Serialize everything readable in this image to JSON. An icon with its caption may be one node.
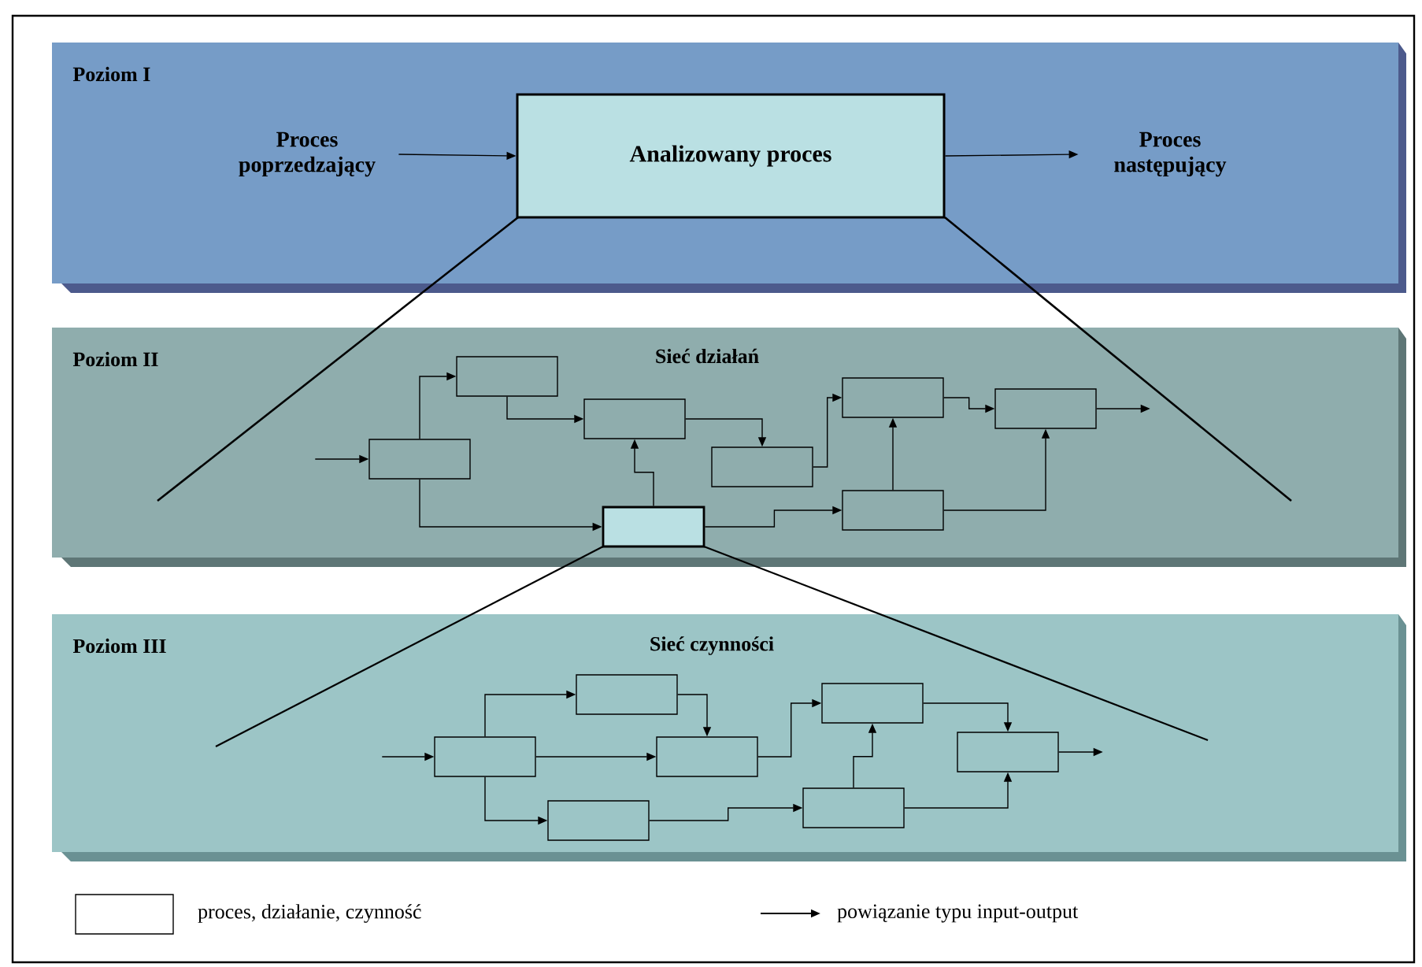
{
  "diagram": {
    "nodes": [
      {
        "text": [
          "Poziom I"
        ]
      },
      {
        "text": [
          "Proces poprzedzający"
        ],
        "in": 0
      },
      {
        "text": [
          "Analizowany proces"
        ],
        "in": 0
      },
      {
        "text": [
          "Proces następujący"
        ],
        "in": 0
      },
      {
        "text": [
          "Poziom II",
          "Sieć działań"
        ]
      },
      {
        "text": [],
        "shape": "box",
        "in": 4
      },
      {
        "text": [],
        "shape": "box",
        "in": 4
      },
      {
        "text": [],
        "shape": "box",
        "in": 4
      },
      {
        "text": [],
        "shape": "box",
        "in": 4
      },
      {
        "text": [],
        "shape": "box",
        "in": 4
      },
      {
        "text": [],
        "shape": "box",
        "in": 4
      },
      {
        "text": [],
        "shape": "box",
        "in": 4
      },
      {
        "text": [],
        "shape": "box",
        "in": 4
      },
      {
        "text": [
          "Poziom III",
          "Sieć czynności"
        ]
      },
      {
        "text": [],
        "shape": "box",
        "in": 13
      },
      {
        "text": [],
        "shape": "box",
        "in": 13
      },
      {
        "text": [],
        "shape": "box",
        "in": 13
      },
      {
        "text": [],
        "shape": "box",
        "in": 13
      },
      {
        "text": [],
        "shape": "box",
        "in": 13
      },
      {
        "text": [],
        "shape": "box",
        "in": 13
      },
      {
        "text": [],
        "shape": "box",
        "in": 13
      }
    ],
    "edges": [
      {
        "from": 1,
        "to": 2,
        "arrow": "to"
      },
      {
        "from": 2,
        "to": 3,
        "arrow": "to"
      },
      {
        "from": null,
        "to": 5,
        "arrow": "to"
      },
      {
        "from": 5,
        "to": 6,
        "arrow": "to"
      },
      {
        "from": 6,
        "to": 7,
        "arrow": "to"
      },
      {
        "from": 5,
        "to": 9,
        "arrow": "to"
      },
      {
        "from": 9,
        "to": 7,
        "arrow": "to"
      },
      {
        "from": 7,
        "to": 8,
        "arrow": "to"
      },
      {
        "from": 8,
        "to": 10,
        "arrow": "to"
      },
      {
        "from": 9,
        "to": 11,
        "arrow": "to"
      },
      {
        "from": 11,
        "to": 10,
        "arrow": "to"
      },
      {
        "from": 10,
        "to": 12,
        "arrow": "to"
      },
      {
        "from": 11,
        "to": 12,
        "arrow": "to"
      },
      {
        "from": 12,
        "to": null,
        "arrow": "to"
      },
      {
        "from": null,
        "to": 14,
        "arrow": "to"
      },
      {
        "from": 14,
        "to": 15,
        "arrow": "to"
      },
      {
        "from": 15,
        "to": 16,
        "arrow": "to"
      },
      {
        "from": 14,
        "to": 16,
        "arrow": "to"
      },
      {
        "from": 14,
        "to": 17,
        "arrow": "to"
      },
      {
        "from": 16,
        "to": 18,
        "arrow": "to"
      },
      {
        "from": 17,
        "to": 19,
        "arrow": "to"
      },
      {
        "from": 19,
        "to": 18,
        "arrow": "to"
      },
      {
        "from": 18,
        "to": 20,
        "arrow": "to"
      },
      {
        "from": 19,
        "to": 20,
        "arrow": "to"
      },
      {
        "from": 20,
        "to": null,
        "arrow": "to"
      }
    ],
    "legend": [
      {
        "text": "proces, działanie, czynność"
      },
      {
        "text": "powiązanie typu input-output"
      }
    ]
  }
}
